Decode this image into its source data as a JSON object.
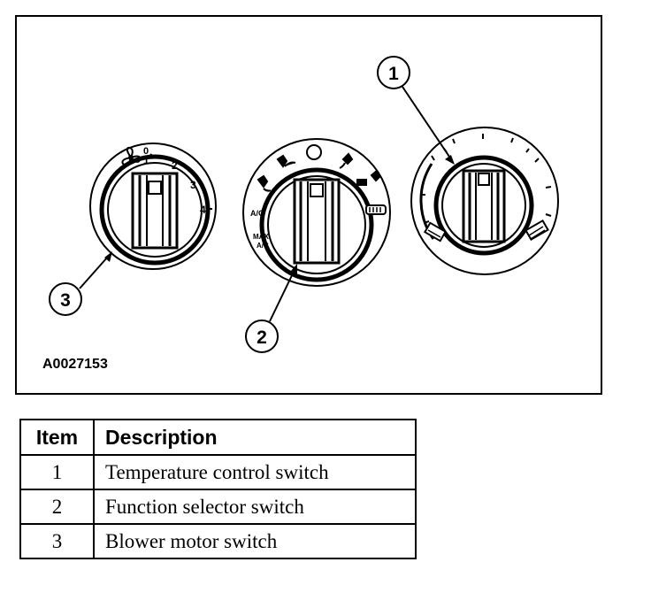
{
  "figure": {
    "code": "A0027153",
    "callouts": [
      "1",
      "2",
      "3"
    ],
    "blower_knob_labels": [
      "0",
      "1",
      "2",
      "3",
      "4"
    ],
    "function_knob_labels": [
      "A/C",
      "MAX\nA/C"
    ],
    "icons": {
      "blower": "fan-icon",
      "function": [
        "panel-vent-icon",
        "panel-floor-icon",
        "off-icon",
        "floor-icon",
        "floor-defrost-icon",
        "defrost-icon"
      ],
      "temperature": [
        "cold-bar-icon",
        "hot-bar-icon"
      ]
    }
  },
  "table": {
    "headers": [
      "Item",
      "Description"
    ],
    "rows": [
      {
        "item": "1",
        "description": "Temperature control switch"
      },
      {
        "item": "2",
        "description": "Function selector switch"
      },
      {
        "item": "3",
        "description": "Blower motor switch"
      }
    ]
  }
}
